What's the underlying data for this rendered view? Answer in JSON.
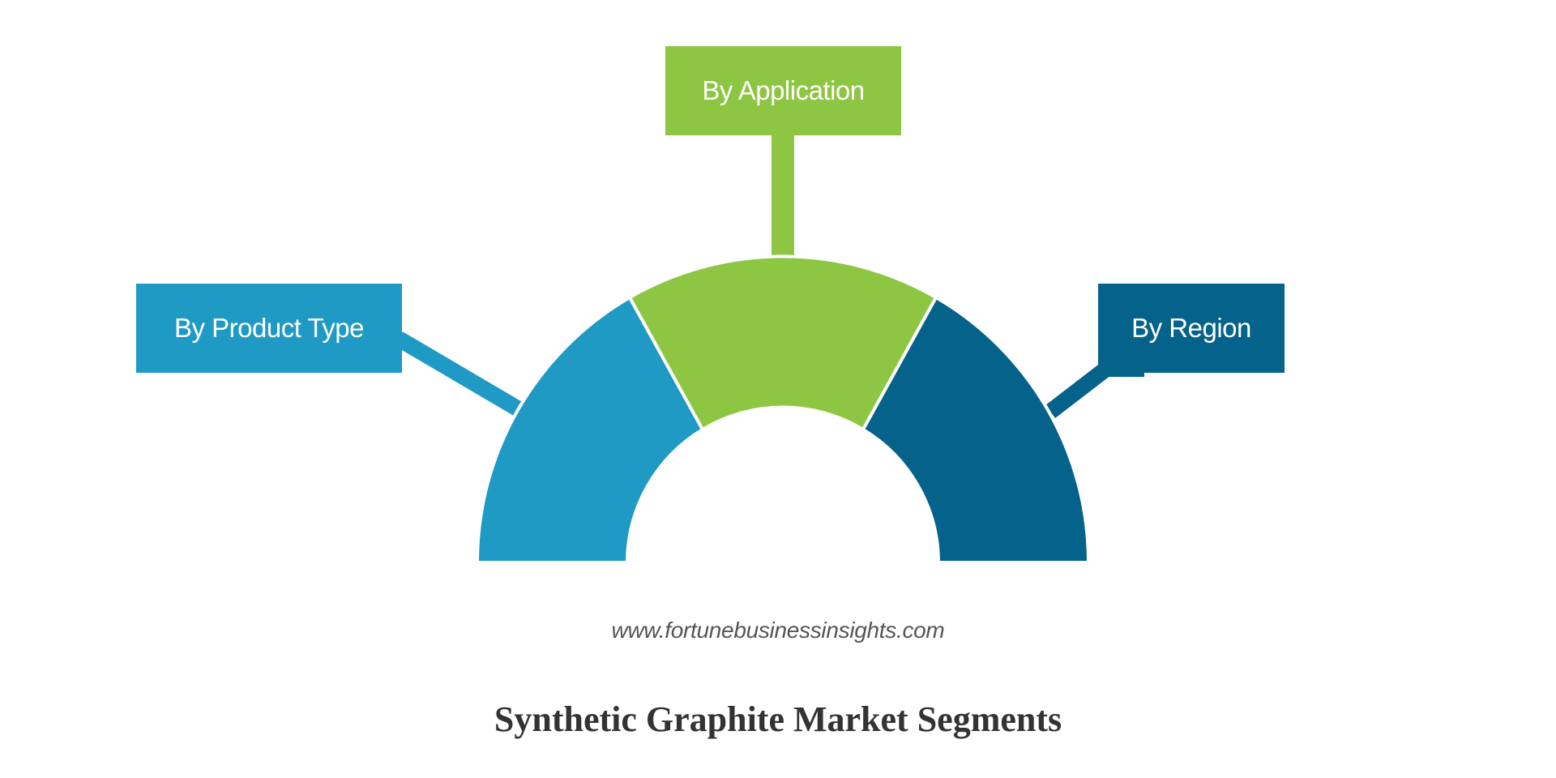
{
  "title": "Synthetic Graphite Market Segments",
  "website": "www.fortunebusinessinsights.com",
  "segments": [
    {
      "key": "product",
      "label": "By Product Type",
      "color": "#1E9AC4"
    },
    {
      "key": "application",
      "label": "By Application",
      "color": "#8DC642"
    },
    {
      "key": "region",
      "label": "By Region",
      "color": "#05628A"
    }
  ],
  "background": "#ffffff"
}
